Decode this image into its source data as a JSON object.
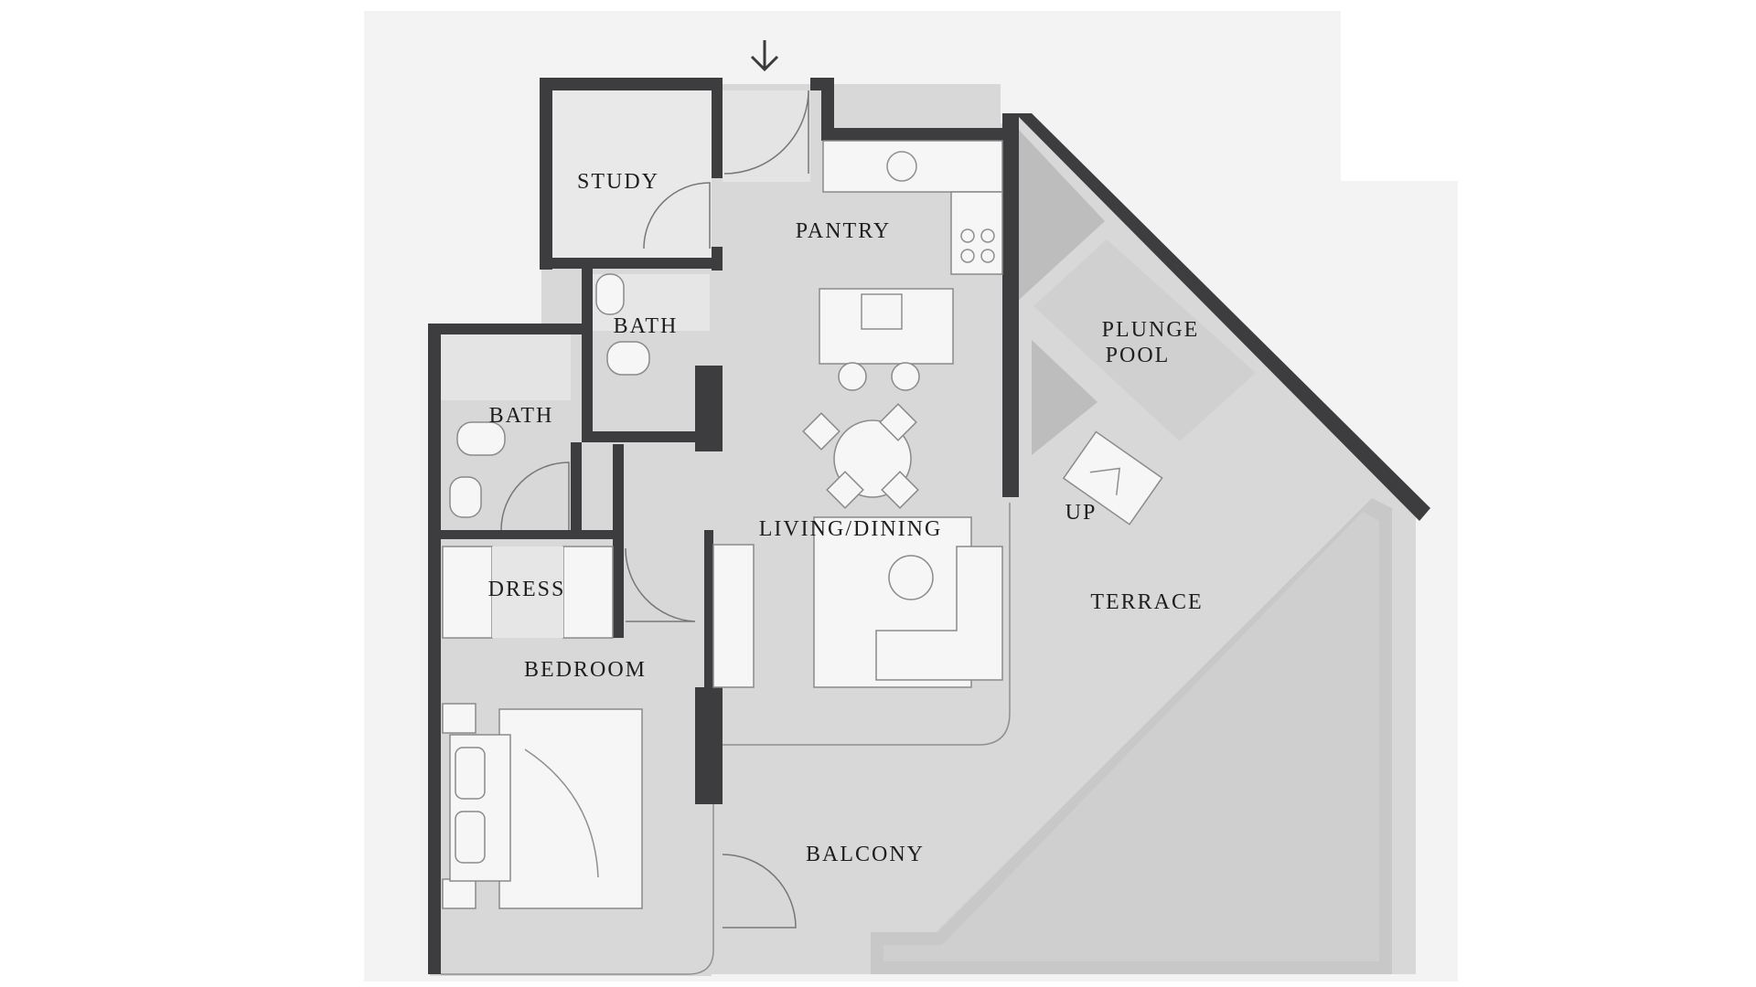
{
  "plan": {
    "rooms": {
      "study": "STUDY",
      "pantry": "PANTRY",
      "bath_upper": "BATH",
      "bath_lower": "BATH",
      "plunge_pool_line1": "PLUNGE",
      "plunge_pool_line2": "POOL",
      "up": "UP",
      "living_dining": "LIVING/DINING",
      "terrace": "TERRACE",
      "dress": "DRESS",
      "bedroom": "BEDROOM",
      "balcony": "BALCONY"
    },
    "icons": {
      "entrance": "arrow-down-icon"
    },
    "colors": {
      "wall": "#3d3d3f",
      "floor": "#d8d8d8",
      "background": "#f3f3f3"
    }
  }
}
